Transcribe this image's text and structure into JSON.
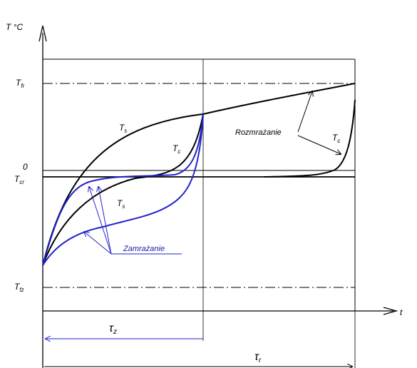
{
  "axes": {
    "y_label": "T °C",
    "x_label": "t"
  },
  "levels": [
    {
      "key": "fr",
      "main": "T",
      "sub": "fr"
    },
    {
      "key": "zero",
      "main": "0",
      "sub": ""
    },
    {
      "key": "cr",
      "main": "T",
      "sub": "cr"
    },
    {
      "key": "fz",
      "main": "T",
      "sub": "fz"
    }
  ],
  "curve_labels": {
    "ts_upper": {
      "main": "T",
      "sub": "s"
    },
    "tc_mid": {
      "main": "T",
      "sub": "c"
    },
    "ts_lower": {
      "main": "T",
      "sub": "s"
    },
    "tc_right": {
      "main": "T",
      "sub": "c"
    }
  },
  "annotations": {
    "freezing": "Zamrażanie",
    "thawing": "Rozmrażanie"
  },
  "intervals": {
    "tau_z": {
      "main": "τ",
      "sub": "z"
    },
    "tau_r": {
      "main": "τ",
      "sub": "r"
    }
  },
  "colors": {
    "freezing_curves": "#2222cc",
    "ink": "#000000"
  }
}
